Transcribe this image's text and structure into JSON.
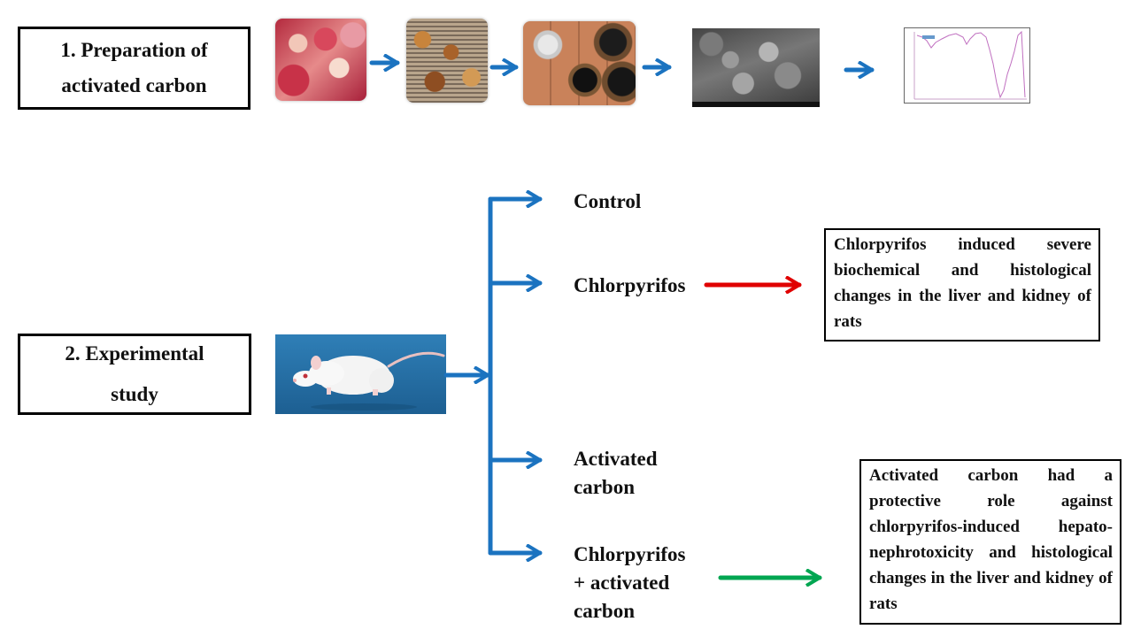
{
  "colors": {
    "blue": "#1b73c0",
    "red": "#e00000",
    "green": "#00a651"
  },
  "step1": {
    "line1": "1. Preparation of",
    "line2": "activated carbon"
  },
  "step2": {
    "line1": "2. Experimental",
    "line2": "study"
  },
  "process_images": [
    "pomegranate-peel-photo",
    "dried-peel-photo",
    "activated-carbon-bowls-photo",
    "sem-micrograph",
    "ftir-spectrum"
  ],
  "groups": {
    "control": "Control",
    "chlorpyrifos": "Chlorpyrifos",
    "activated_carbon_line1": "Activated",
    "activated_carbon_line2": "carbon",
    "combo_line1": "Chlorpyrifos",
    "combo_line2": "+ activated",
    "combo_line3": "carbon"
  },
  "outcomes": {
    "toxic": "Chlorpyrifos induced severe biochemical and histological changes in the liver and kidney of rats",
    "protective": "Activated carbon had a protective role against chlorpyrifos-induced hepato-nephrotoxicity and histological changes in the liver and kidney of rats"
  }
}
